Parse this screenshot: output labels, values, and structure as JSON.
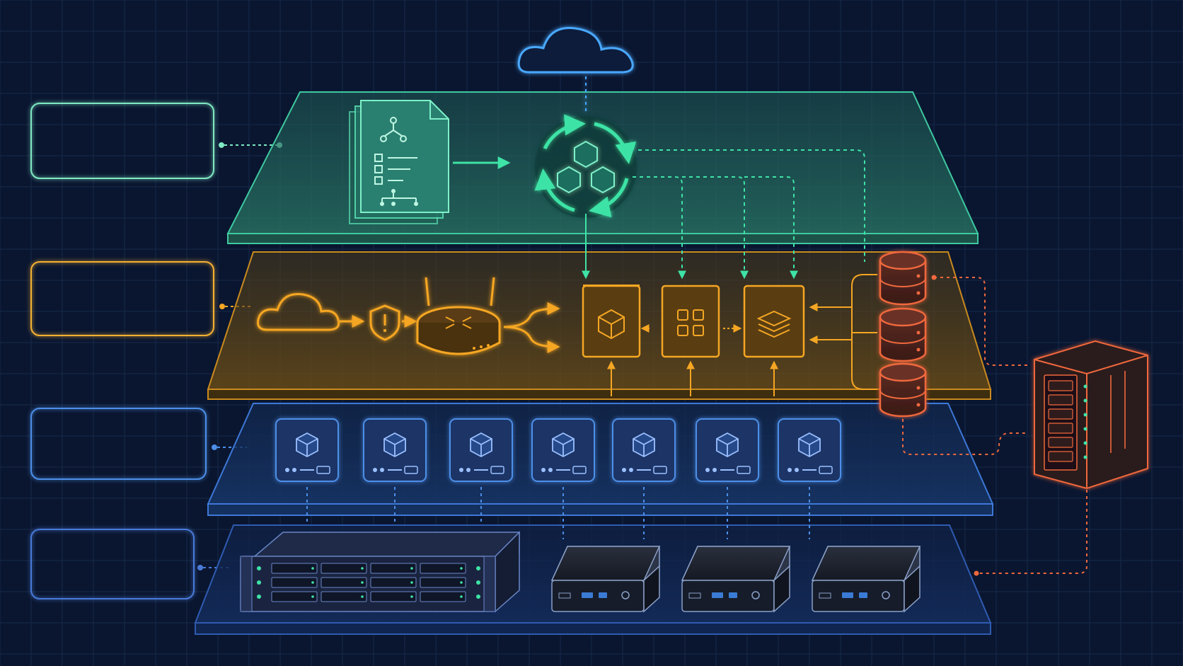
{
  "canvas": {
    "background": "#0a1630",
    "grid_color": "#16294a"
  },
  "colors": {
    "orchestration": "#3ee3a6",
    "network": "#f5a623",
    "virtualization": "#4d8fe8",
    "hardware": "#3a6fd0",
    "storage": "#f0683d",
    "cloud": "#4aa8ff"
  },
  "legend_boxes": [
    {
      "layer": "orchestration",
      "text": ""
    },
    {
      "layer": "network",
      "text": ""
    },
    {
      "layer": "virtualization",
      "text": ""
    },
    {
      "layer": "hardware",
      "text": ""
    }
  ],
  "layers": {
    "orchestration": {
      "icons": [
        "cloud-icon",
        "document-stack-icon",
        "orchestration-cycle-icon"
      ]
    },
    "network": {
      "icons": [
        "cloud-icon",
        "shield-icon",
        "router-icon",
        "container-node-icon",
        "grid-node-icon",
        "layers-node-icon"
      ]
    },
    "virtualization": {
      "vm_count": 7,
      "icons": [
        "vm-icon"
      ]
    },
    "hardware": {
      "icons": [
        "rack-server-icon",
        "mini-pc-icon"
      ],
      "mini_pc_count": 3
    },
    "storage": {
      "database_count": 3,
      "icons": [
        "database-icon",
        "tower-server-icon"
      ]
    }
  }
}
